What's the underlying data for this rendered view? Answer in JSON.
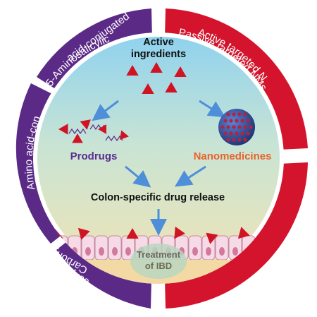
{
  "segments": {
    "aminosalicylic_line1": "5-Aminosalicylic",
    "aminosalicylic_line2": "acid-conjugated",
    "passive": "Passive targeted NMs",
    "amino_acid": "Amino acid-conjugated",
    "active_targeted": "Active targeted NMs",
    "carbohydrate_line1": "Carbohydrate-",
    "carbohydrate_line2": "conjugated"
  },
  "center": {
    "active_line1": "Active",
    "active_line2": "ingredients",
    "prodrugs": "Prodrugs",
    "nanomedicines": "Nanomedicines",
    "release": "Colon-specific drug release",
    "treatment_line1": "Treatment",
    "treatment_line2": "of IBD"
  },
  "colors": {
    "purple": "#5b2a86",
    "red": "#d3142c",
    "prodrug_text": "#5a2d8f",
    "nano_text": "#e8632c",
    "triangle": "#d01424",
    "nano_sphere": "#24458f"
  },
  "icons": [
    "drug-triangle-icon",
    "polymer-chain-icon",
    "nanoparticle-icon",
    "arrow-icon",
    "cell-layer-icon"
  ]
}
